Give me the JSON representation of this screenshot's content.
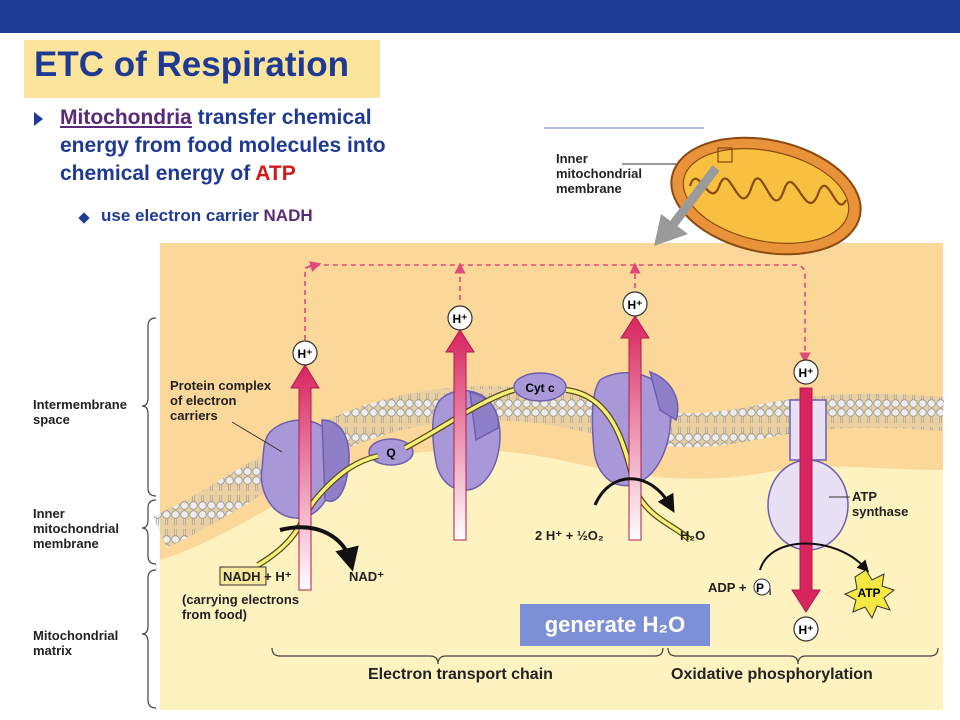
{
  "slide": {
    "title": "ETC of Respiration",
    "bullet_link": "Mitochondria",
    "bullet_rest_1": " transfer chemical",
    "bullet_line_2": "energy from food molecules into",
    "bullet_line_3_pre": "chemical energy of ",
    "bullet_line_3_atp": "ATP",
    "sub_pre": "use electron carrier ",
    "sub_nadh": "NADH"
  },
  "diagram": {
    "inner_membrane_callout": [
      "Inner",
      "mitochondrial",
      "membrane"
    ],
    "region_intermembrane": [
      "Intermembrane",
      "space"
    ],
    "region_inner": [
      "Inner",
      "mitochondrial",
      "membrane"
    ],
    "region_matrix": [
      "Mitochondrial",
      "matrix"
    ],
    "protein_complex": [
      "Protein complex",
      "of electron",
      "carriers"
    ],
    "q": "Q",
    "cyt_c": "Cyt c",
    "h_plus": "H⁺",
    "nadh": "NADH",
    "nadh_rest": " + H⁺",
    "nad_plus": "NAD⁺",
    "carrying": [
      "(carrying electrons",
      "from food)"
    ],
    "two_h": "2 H⁺ + ½O₂",
    "h2o": "H₂O",
    "atp_synthase": [
      "ATP",
      "synthase"
    ],
    "adp": "ADP + ",
    "pi": "P",
    "pi_sub": "i",
    "atp": "ATP",
    "etc_label": "Electron transport chain",
    "oxphos_label": "Oxidative phosphorylation",
    "generate": "generate H₂O"
  },
  "colors": {
    "slide_blue": "#1f3a93",
    "title_bg": "#fbe49c",
    "panel_bg": "#fbd89a",
    "matrix_bg": "#fdf2c0",
    "protein": "#a898d8",
    "arrow_red": "#d8245f",
    "electron_path": "#f5f07a",
    "generate_bg": "#7d8fd6"
  }
}
